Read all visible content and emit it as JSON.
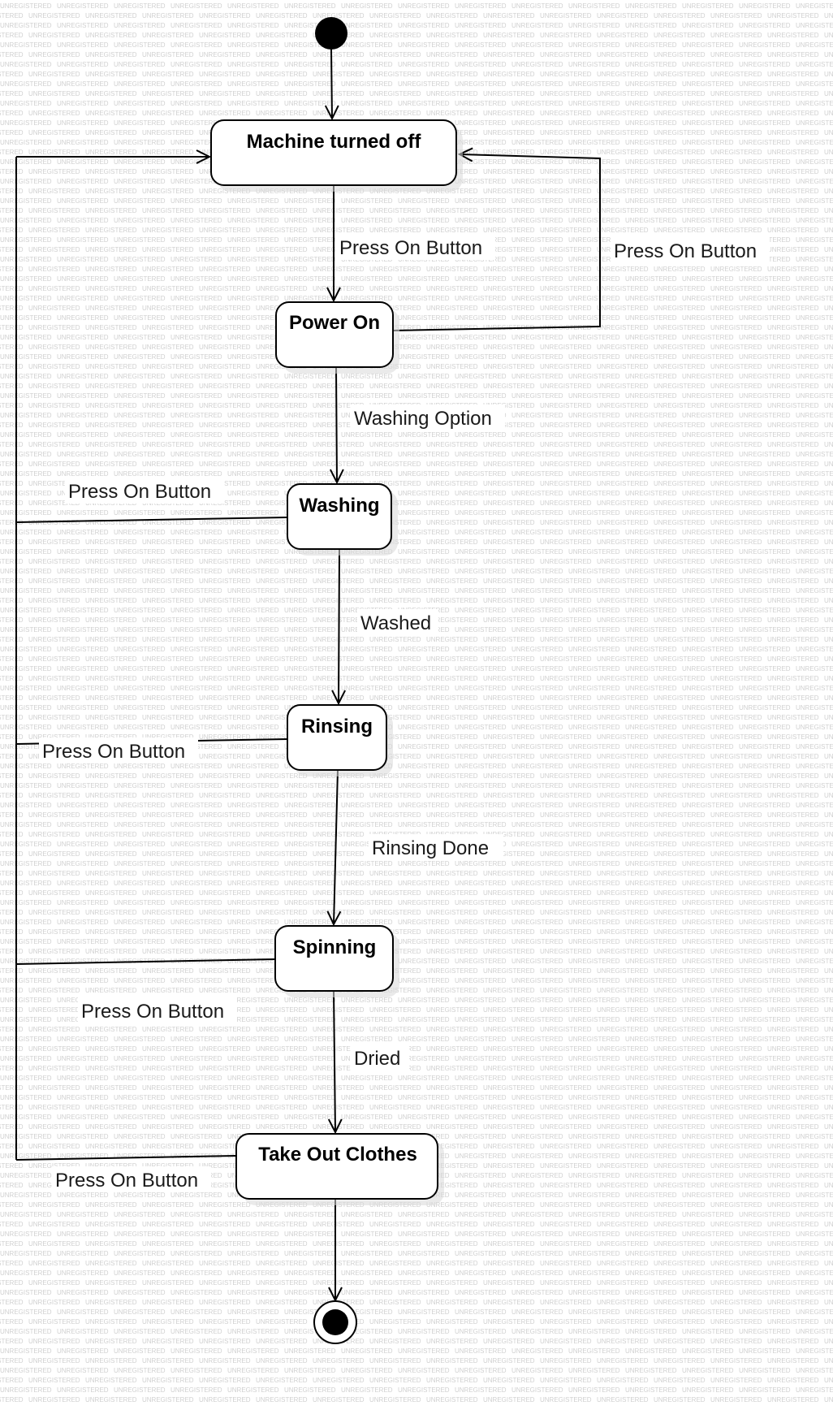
{
  "watermark": "UNREGISTERED",
  "states": {
    "off": "Machine turned off",
    "power_on": "Power On",
    "washing": "Washing",
    "rinsing": "Rinsing",
    "spinning": "Spinning",
    "take_out": "Take Out Clothes"
  },
  "transitions": {
    "off_to_power_on": "Press On Button",
    "power_on_to_off": "Press On Button",
    "power_on_to_washing": "Washing Option",
    "washing_to_off": "Press On Button",
    "washing_to_rinsing": "Washed",
    "rinsing_to_off": "Press On Button",
    "rinsing_to_spinning": "Rinsing Done",
    "spinning_to_off": "Press On Button",
    "spinning_to_take_out": "Dried",
    "take_out_to_off": "Press On Button"
  },
  "colors": {
    "stroke": "#000000",
    "node_fill": "#ffffff",
    "watermark": "#d0d0d0"
  }
}
